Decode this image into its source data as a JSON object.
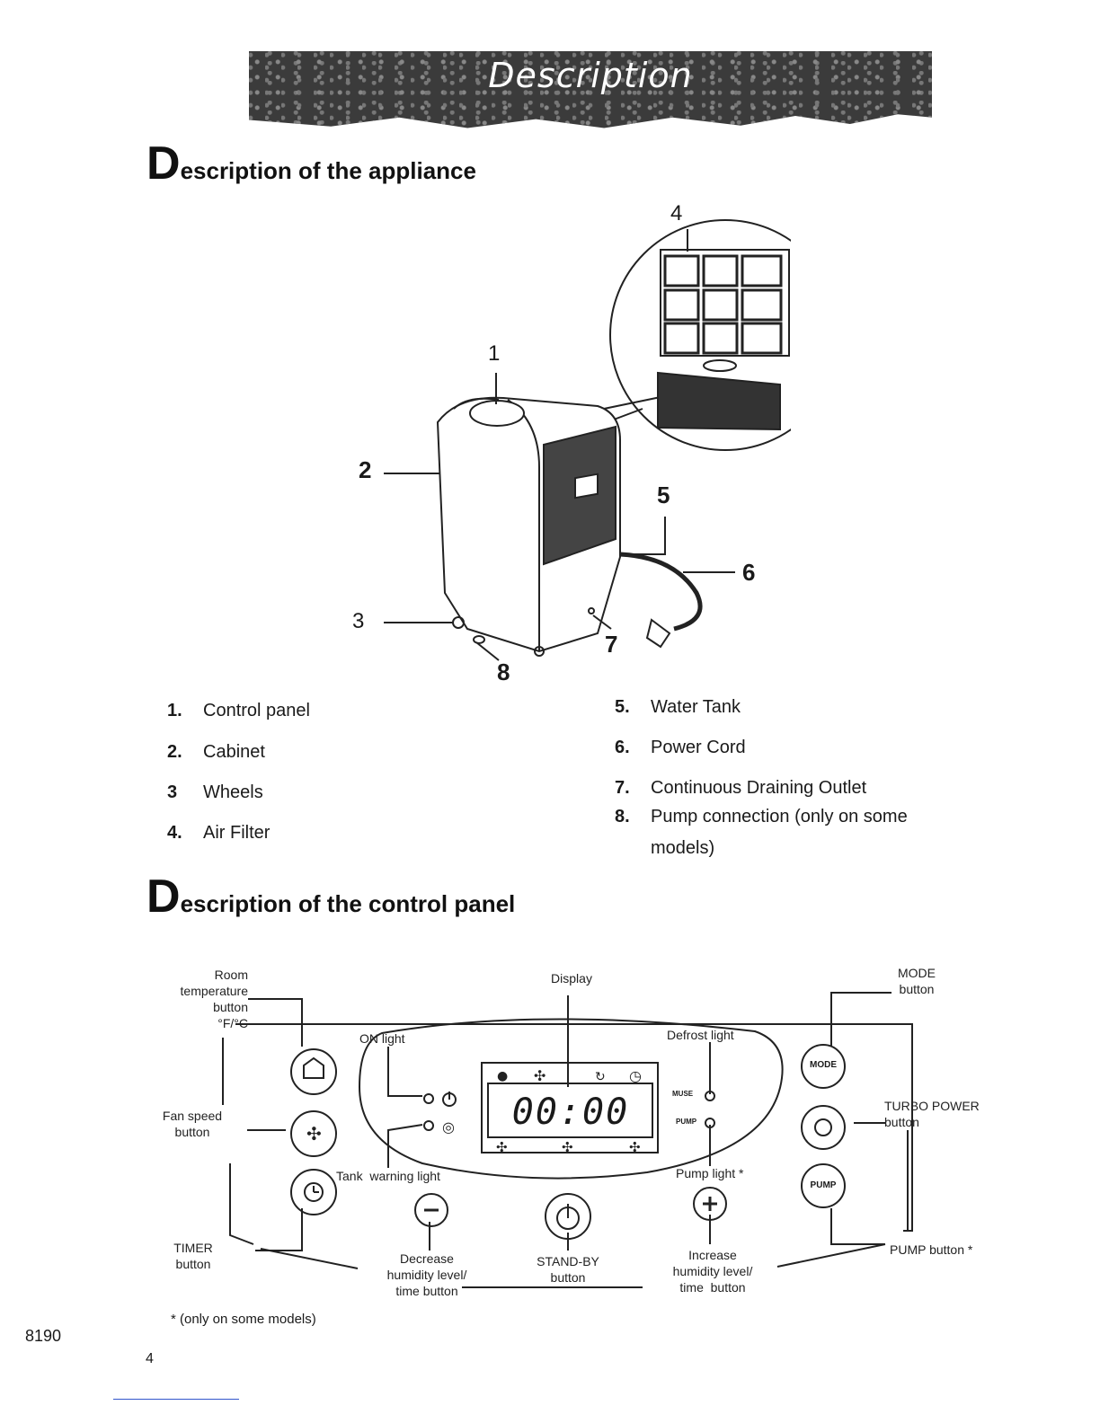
{
  "header": {
    "banner": "Description"
  },
  "section1": {
    "initial": "D",
    "title": "escription of the appliance"
  },
  "callouts": [
    "1",
    "2",
    "3",
    "4",
    "5",
    "6",
    "7",
    "8"
  ],
  "parts": [
    {
      "num": "1.",
      "label": "Control panel"
    },
    {
      "num": "2.",
      "label": "Cabinet"
    },
    {
      "num": "3",
      "label": "Wheels"
    },
    {
      "num": "4.",
      "label": "Air Filter"
    },
    {
      "num": "5.",
      "label": "Water Tank"
    },
    {
      "num": "6.",
      "label": "Power Cord"
    },
    {
      "num": "7.",
      "label": "Continuous Draining Outlet"
    },
    {
      "num": "8.",
      "label": "Pump connection (only on some",
      "label2": "models)"
    }
  ],
  "section2": {
    "initial": "D",
    "title": "escription of the control panel"
  },
  "panel": {
    "display_time": "00:00",
    "mode_icon": "MODE",
    "pump_icon": "PUMP",
    "defrost_icon": "MUSE",
    "pump_light_icon": "PUMP",
    "labels": {
      "room_temp": [
        "Room",
        "temperature",
        "button",
        "°F/°C"
      ],
      "display": "Display",
      "mode": [
        "MODE",
        "button"
      ],
      "on_light": "ON light",
      "defrost_light": "Defrost light",
      "fan_speed": [
        "Fan speed",
        "button"
      ],
      "turbo_power": [
        "TURBO POWER",
        "button"
      ],
      "tank_warning": "Tank  warning light",
      "pump_light": "Pump light *",
      "timer": [
        "TIMER",
        "button"
      ],
      "decrease": [
        "Decrease",
        "humidity level/",
        "time button"
      ],
      "standby": [
        "STAND-BY",
        "button"
      ],
      "increase": [
        "Increase",
        "humidity level/",
        "time  button"
      ],
      "pump_button": "PUMP button *"
    }
  },
  "footnote": "* (only on some models)",
  "page_code": "8190",
  "page_number": "4"
}
